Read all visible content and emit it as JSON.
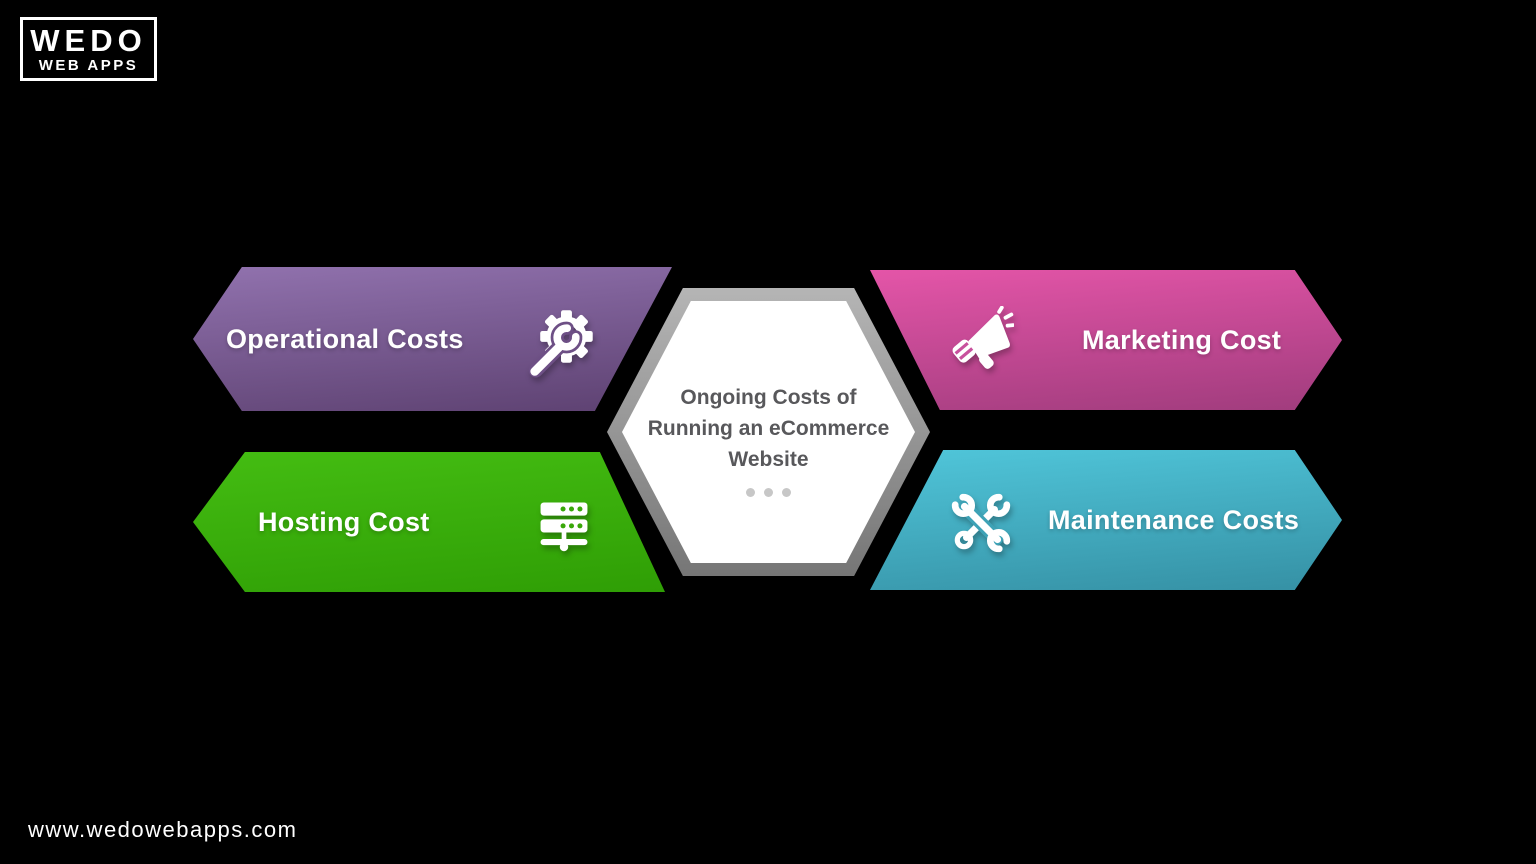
{
  "brand": {
    "name_line1": "WEDO",
    "name_line2": "WEB APPS"
  },
  "center_hexagon": {
    "line1": "Ongoing Costs of",
    "line2": "Running an eCommerce",
    "line3": "Website",
    "dots_count": 3,
    "fill": "#FFFFFF",
    "border_color": "#9A9A9A",
    "text_color": "#58585B",
    "dot_color": "#C7C7C7"
  },
  "banners": {
    "operational": {
      "label": "Operational Costs",
      "icon": "gear-wrench-icon",
      "gradient_top": "#9172AE",
      "gradient_bottom": "#5D4171",
      "arrow_direction": "left"
    },
    "marketing": {
      "label": "Marketing Cost",
      "icon": "megaphone-icon",
      "gradient_top": "#E455A8",
      "gradient_bottom": "#A03C7D",
      "arrow_direction": "right"
    },
    "hosting": {
      "label": "Hosting Cost",
      "icon": "server-stack-icon",
      "gradient_top": "#44BD12",
      "gradient_bottom": "#2F9E05",
      "arrow_direction": "left"
    },
    "maintenance": {
      "label": "Maintenance Costs",
      "icon": "crossed-wrenches-icon",
      "gradient_top": "#50C6DA",
      "gradient_bottom": "#3590A4",
      "arrow_direction": "right"
    }
  },
  "footer": {
    "website_url": "www.wedowebapps.com"
  },
  "colors": {
    "background": "#000000",
    "text_on_banners": "#FFFFFF"
  }
}
